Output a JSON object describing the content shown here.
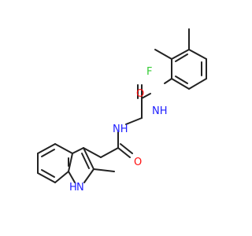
{
  "molecule": {
    "atoms": {
      "F": {
        "text": "F",
        "color": "#33cc33"
      },
      "NH_anilide": {
        "text": "NH",
        "color": "#2020ff"
      },
      "O_upper": {
        "text": "O",
        "color": "#ff0d0d"
      },
      "NH_glycine": {
        "text": "NH",
        "color": "#2020ff"
      },
      "O_lower": {
        "text": "O",
        "color": "#ff0d0d"
      },
      "N_indole": {
        "text": "N",
        "color": "#2020ff"
      },
      "H_indole": {
        "text": "H",
        "color": "#2020ff"
      }
    },
    "bond_color": "#222222"
  }
}
